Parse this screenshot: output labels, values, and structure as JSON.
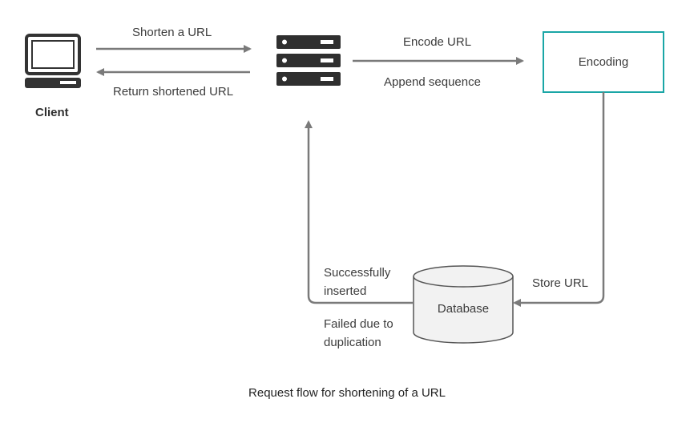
{
  "nodes": {
    "client_label": "Client",
    "encoding_label": "Encoding",
    "database_label": "Database"
  },
  "edges": {
    "shorten": "Shorten a URL",
    "return_short": "Return shortened URL",
    "encode": "Encode URL",
    "append": "Append sequence",
    "store": "Store URL",
    "success_1": "Successfully",
    "success_2": "inserted",
    "failed_1": "Failed due to",
    "failed_2": "duplication"
  },
  "caption": "Request flow for shortening of a URL",
  "icons": {
    "client": "desktop-computer-icon",
    "server": "server-rack-icon",
    "database": "database-cylinder-icon"
  },
  "colors": {
    "arrow": "#7a7a7a",
    "icon": "#333333",
    "encoding_border": "#1aa6a6"
  }
}
